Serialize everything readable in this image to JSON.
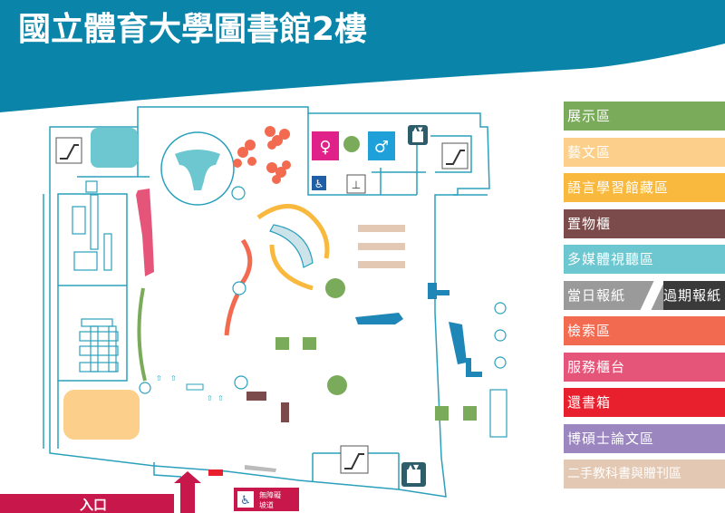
{
  "title": "國立體育大學圖書館2樓",
  "entrance_label": "入口",
  "ramp_label_1": "無障礙",
  "ramp_label_2": "坡道",
  "colors": {
    "header": "#0a84a8",
    "wall": "#2aa0bc",
    "exhibit": "#7aab5a",
    "arts": "#fcd08a",
    "language": "#f9b93e",
    "locker": "#7b4b4b",
    "multimedia": "#6cc7d0",
    "newspaper": "#9a9a9a",
    "search": "#f26a50",
    "service": "#e5557a",
    "bookdrop": "#e8202e",
    "thesis": "#9b86c0",
    "secondhand": "#e3c8b3",
    "entrance": "#c8174a"
  },
  "legend": [
    {
      "label": "展示區",
      "color": "#7aab5a"
    },
    {
      "label": "藝文區",
      "color": "#fcd08a"
    },
    {
      "label": "語言學習館藏區",
      "color": "#f9b93e"
    },
    {
      "label": "置物櫃",
      "color": "#7b4b4b"
    },
    {
      "label": "多媒體視聽區",
      "color": "#6cc7d0"
    },
    {
      "label": "當日報紙",
      "right_label": "過期報紙",
      "color": "#9a9a9a",
      "split": true
    },
    {
      "label": "檢索區",
      "color": "#f26a50"
    },
    {
      "label": "服務櫃台",
      "color": "#e5557a"
    },
    {
      "label": "還書箱",
      "color": "#e8202e"
    },
    {
      "label": "博碩士論文區",
      "color": "#9b86c0"
    },
    {
      "label": "二手教科書與贈刊區",
      "color": "#e3c8b3"
    }
  ],
  "icons": {
    "escalator": "escalator-icon",
    "elevator": "elevator-icon",
    "women": "women-restroom-icon",
    "men": "men-restroom-icon",
    "accessible": "accessible-icon",
    "water": "drinking-water-icon"
  }
}
